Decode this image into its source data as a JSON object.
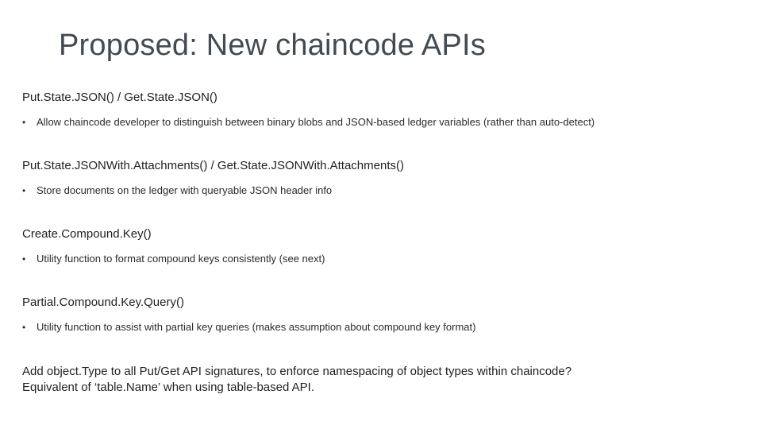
{
  "slide": {
    "title": "Proposed: New chaincode APIs",
    "sections": [
      {
        "heading": "Put.State.JSON() / Get.State.JSON()",
        "bullet": "Allow chaincode developer to distinguish between binary blobs and JSON-based ledger variables (rather than auto-detect)"
      },
      {
        "heading": "Put.State.JSONWith.Attachments() / Get.State.JSONWith.Attachments()",
        "bullet": "Store documents on the ledger with queryable JSON header info"
      },
      {
        "heading": "Create.Compound.Key()",
        "bullet": "Utility function to format compound keys consistently (see next)"
      },
      {
        "heading": "Partial.Compound.Key.Query()",
        "bullet": "Utility function to assist with partial key queries (makes assumption about compound key format)"
      }
    ],
    "bullet_symbol": "•",
    "closing": {
      "line1": "Add object.Type to all Put/Get API signatures, to enforce namespacing of object types within chaincode?",
      "line2": "Equivalent of ‘table.Name’ when using table-based API."
    }
  }
}
